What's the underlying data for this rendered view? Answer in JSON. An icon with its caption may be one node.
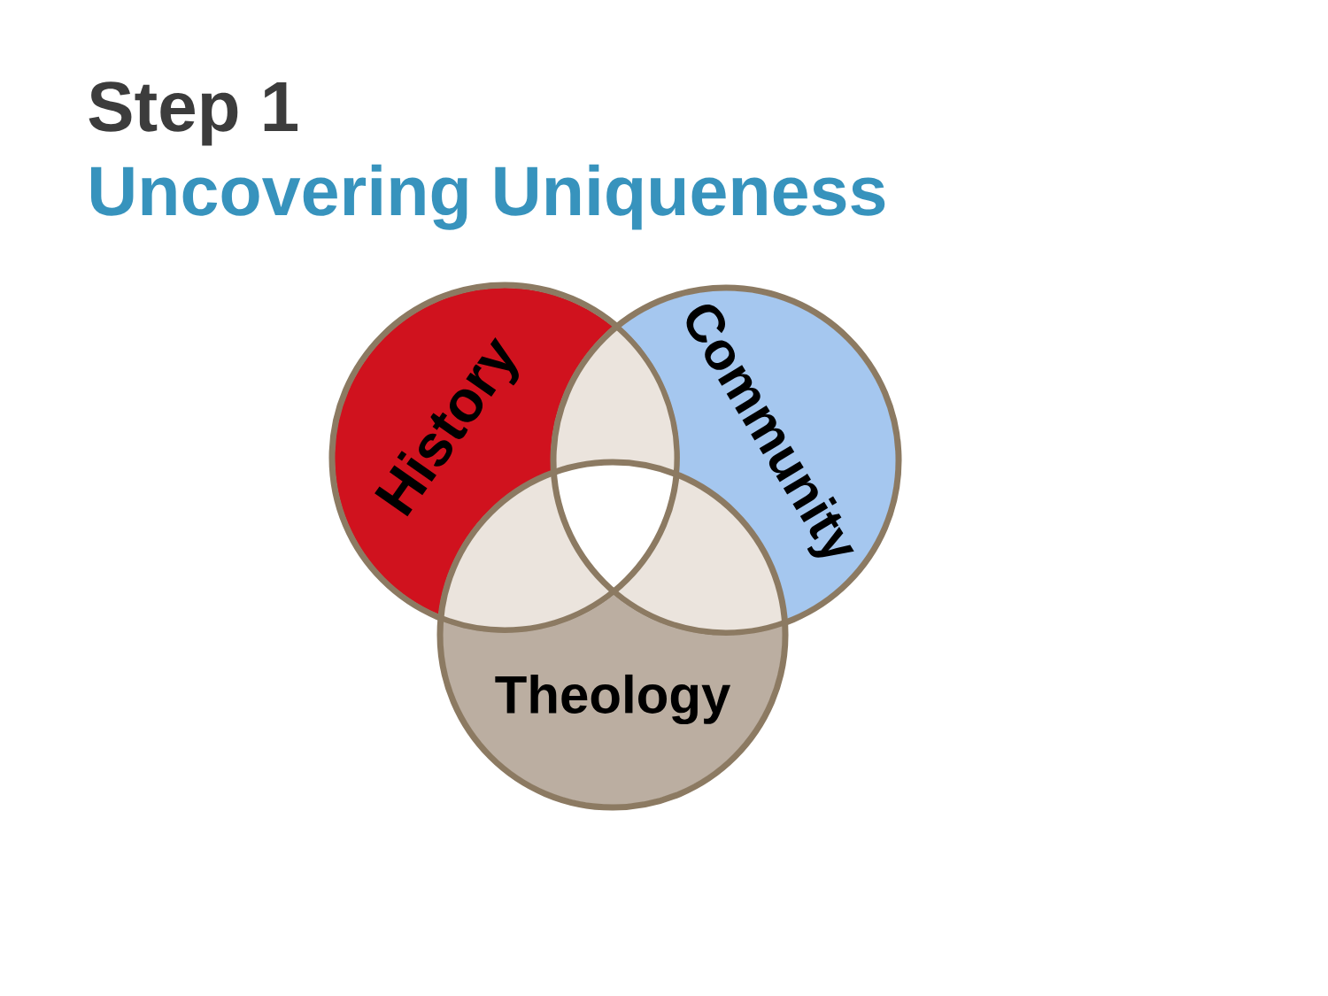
{
  "diagram": {
    "title": "Step 1",
    "labels": [
      "Uncovering Uniqueness"
    ],
    "nodes": [
      {
        "text": [
          "History"
        ]
      },
      {
        "text": [
          "Community"
        ]
      },
      {
        "text": [
          "Theology"
        ]
      },
      {
        "text": [],
        "shape": "triangle"
      },
      {
        "text": [],
        "shape": "triangle"
      },
      {
        "text": [],
        "shape": "triangle"
      }
    ]
  }
}
